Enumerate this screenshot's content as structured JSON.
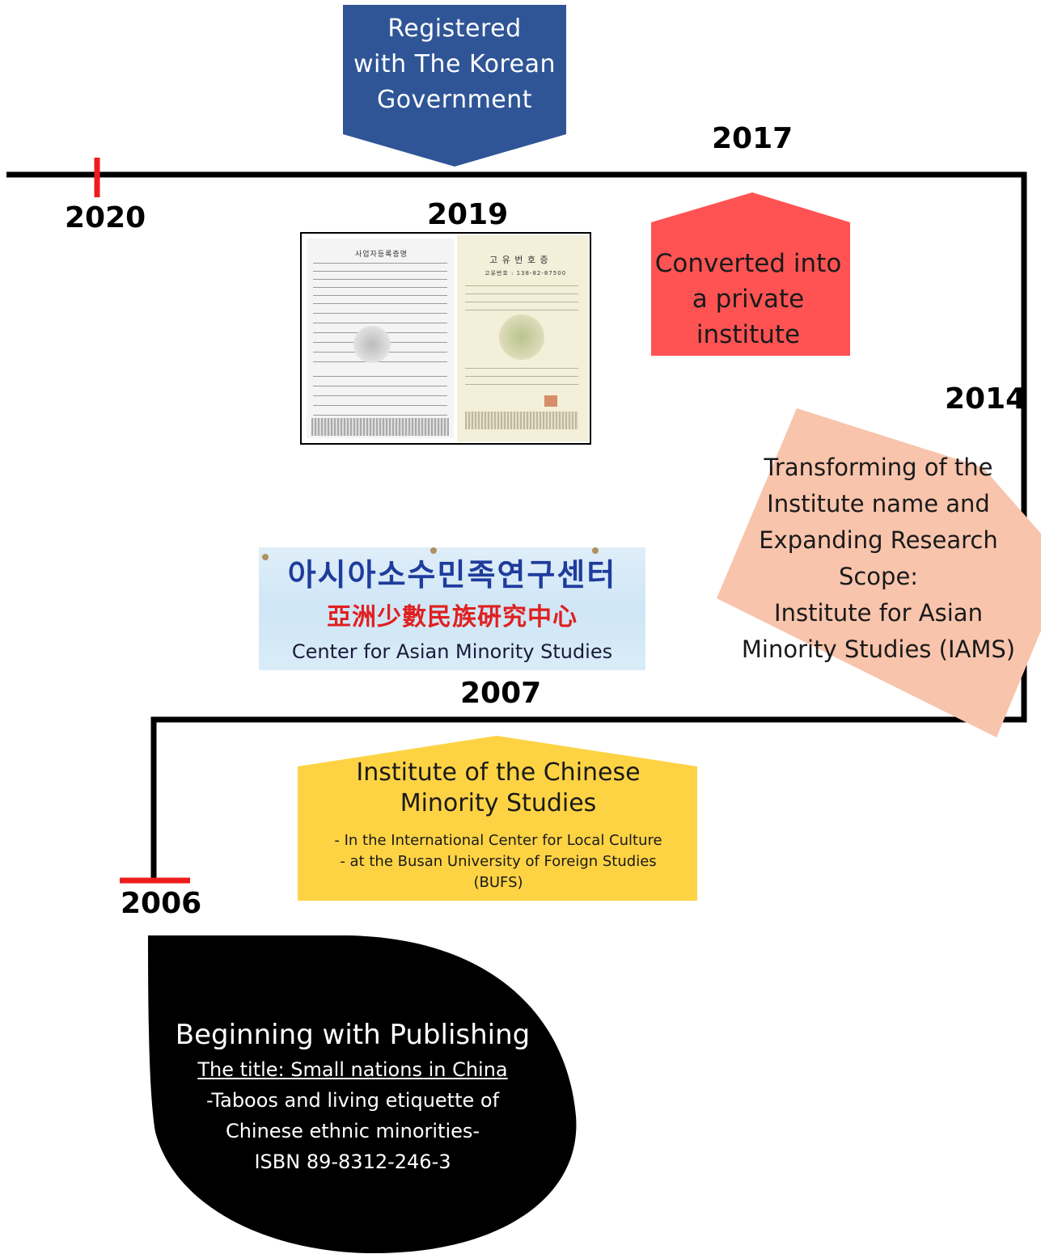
{
  "events": {
    "e2019": {
      "year": "2019",
      "lines": [
        "Registered",
        "with The Korean",
        "Government"
      ],
      "color": "#2f5597"
    },
    "e2017": {
      "year": "2017",
      "lines": [
        "Converted into",
        "a private",
        "institute"
      ],
      "color": "#ff5353"
    },
    "e2014": {
      "year": "2014",
      "lines": [
        "Transforming of the",
        "Institute name and",
        "Expanding Research",
        "Scope:",
        "Institute for Asian",
        "Minority Studies (IAMS)"
      ],
      "color": "#f8c4ac"
    },
    "e2007": {
      "year": "2007",
      "title_lines": [
        "Institute of the Chinese",
        "Minority Studies"
      ],
      "sub_lines": [
        "- In the International Center for Local Culture",
        "- at the Busan University of Foreign Studies",
        "(BUFS)"
      ],
      "color": "#fdd344"
    },
    "e2006": {
      "year": "2006",
      "title": "Beginning with Publishing",
      "underlined": "The title: Small nations in China",
      "lines": [
        "-Taboos and living etiquette of",
        "Chinese ethnic minorities-",
        "ISBN 89-8312-246-3"
      ],
      "color": "#000000"
    },
    "e2020": {
      "year": "2020"
    }
  },
  "sign": {
    "line1": "아시아소수민족연구센터",
    "line2": "亞洲少數民族硏究中心",
    "line3": "Center for Asian Minority Studies"
  },
  "certificate": {
    "left_heading": "사업자등록증명",
    "right_heading": "고 유 번 호 증",
    "right_number": "고유번호 : 138-82-87500"
  },
  "colors": {
    "timeline": "#000000",
    "marker": "#ee1c1c"
  }
}
